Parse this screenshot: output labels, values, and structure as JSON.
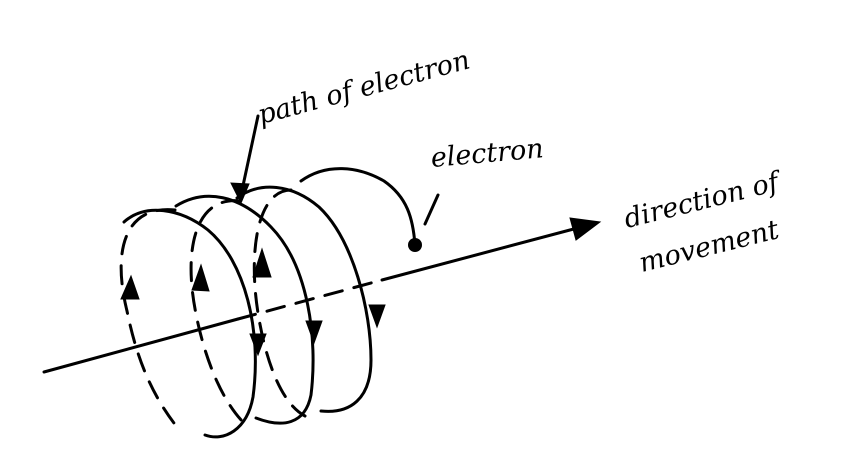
{
  "diagram": {
    "labels": {
      "path_of_electron": "path of electron",
      "electron": "electron",
      "direction_line1": "direction of",
      "direction_line2": "movement"
    },
    "colors": {
      "ink": "#000000",
      "background": "#ffffff"
    }
  }
}
